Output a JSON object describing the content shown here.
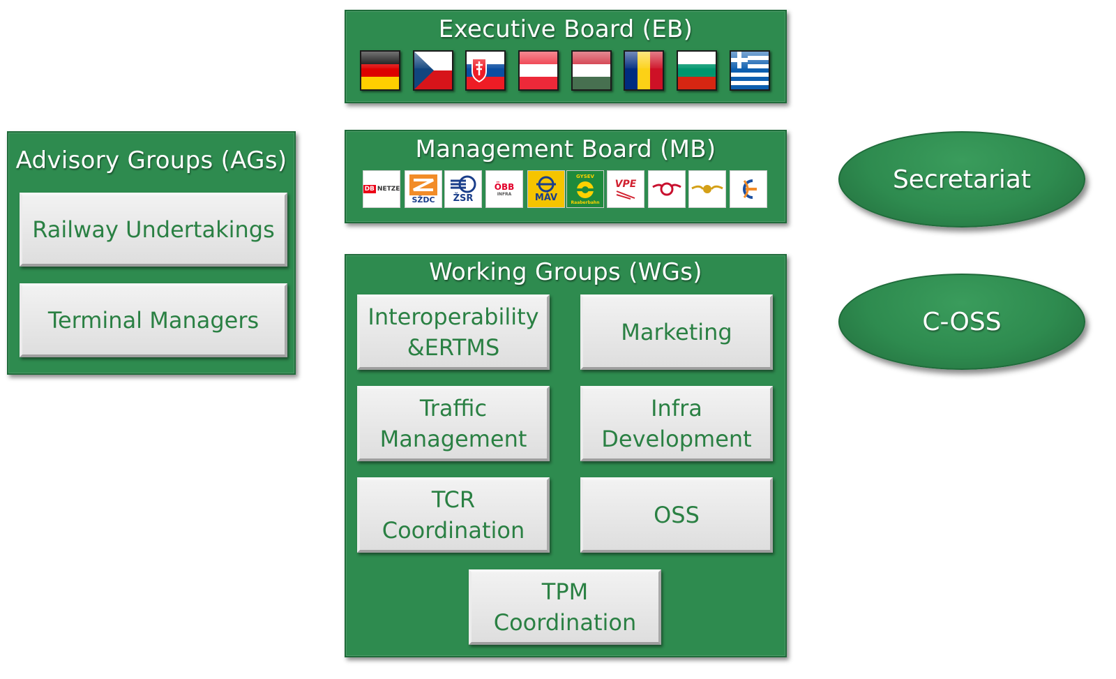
{
  "executive_board": {
    "title": "Executive Board (EB)",
    "flags": [
      "germany-flag",
      "czech-flag",
      "slovakia-flag",
      "austria-flag",
      "hungary-flag",
      "romania-flag",
      "bulgaria-flag",
      "greece-flag"
    ]
  },
  "management_board": {
    "title": "Management Board (MB)",
    "logos": {
      "db": "DB",
      "db_netze": "NETZE",
      "szdc": "SŽDC",
      "zsr": "ŽSR",
      "obb": "ÖBB",
      "obb_infra": "INFRA",
      "mav": "MÁV",
      "gysev_top": "GYSEV",
      "gysev_bottom": "Raaberbahn",
      "vpe": "VPE"
    }
  },
  "advisory_groups": {
    "title": "Advisory Groups (AGs)",
    "items": [
      "Railway Undertakings",
      "Terminal Managers"
    ]
  },
  "working_groups": {
    "title": "Working Groups (WGs)",
    "items": [
      "Interoperability\n&ERTMS",
      "Marketing",
      "Traffic\nManagement",
      "Infra\nDevelopment",
      "TCR\nCoordination",
      "OSS",
      "TPM\nCoordination"
    ]
  },
  "secretariat": {
    "label": "Secretariat"
  },
  "coss": {
    "label": "C-OSS"
  },
  "colors": {
    "panel_green": "#2e8b4f",
    "box_text_green": "#2a8043",
    "box_grey": "#e6e6e6"
  }
}
